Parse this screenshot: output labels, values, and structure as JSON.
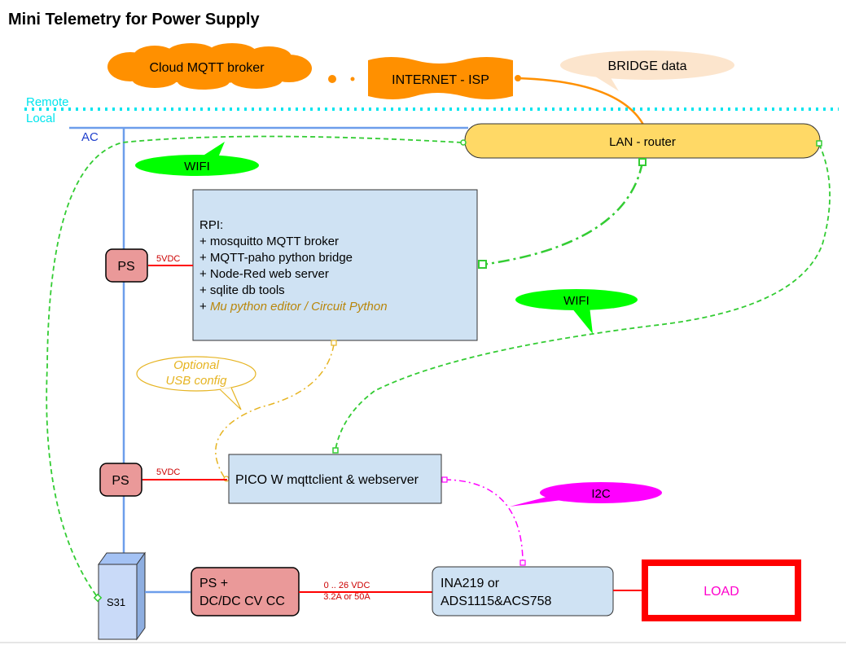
{
  "title": "Mini Telemetry for Power Supply",
  "zones": {
    "remote": "Remote",
    "local": "Local",
    "ac": "AC"
  },
  "nodes": {
    "cloud": "Cloud MQTT broker",
    "internet": "INTERNET - ISP",
    "bridge_bubble": "BRIDGE data",
    "router": "LAN - router",
    "wifi_top": "WIFI",
    "wifi_right": "WIFI",
    "rpi": {
      "lines": [
        "RPI:",
        "+ mosquitto MQTT broker",
        "+ MQTT-paho python bridge",
        "+ Node-Red web server",
        "+ sqlite db tools"
      ],
      "last_prefix": "+ ",
      "last_italic": "Mu python editor / Circuit Python"
    },
    "ps_top": "PS",
    "ps_mid": "PS",
    "ps_top_volt": "5VDC",
    "ps_mid_volt": "5VDC",
    "optional": [
      "Optional",
      "USB config"
    ],
    "pico": "PICO W mqttclient & webserver",
    "i2c": "I2C",
    "s31": "S31",
    "dcdc": [
      "PS +",
      "DC/DC CV CC"
    ],
    "dcdc_out": [
      "0 .. 26 VDC",
      "3.2A or 50A"
    ],
    "ina": [
      "INA219 or",
      "ADS1115&ACS758"
    ],
    "load": "LOAD"
  },
  "colors": {
    "orange": "#ff9000",
    "router_fill": "#ffd966",
    "box_blue": "#cfe2f3",
    "ps_red": "#ea9999",
    "wire_red": "#ff0000",
    "ac_blue": "#6d9eeb",
    "wifi_green": "#00ff00",
    "dash_green": "#33cc33",
    "cyan": "#00e5ee",
    "magenta": "#ff00ff",
    "usb_gold": "#e6b422",
    "bridge_peach": "#fce5cd",
    "s31_fill": "#c9daf8"
  }
}
